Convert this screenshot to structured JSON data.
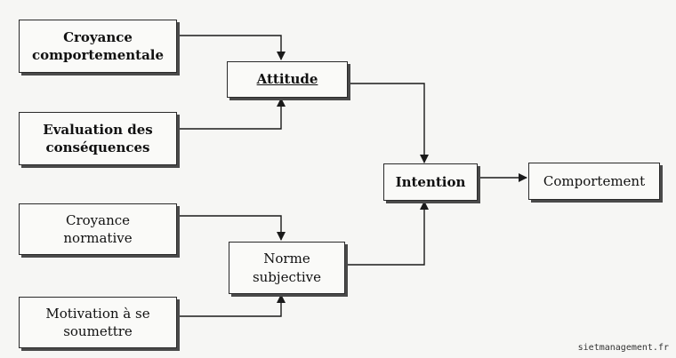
{
  "nodes": {
    "croyance_comportementale": "Croyance comportementale",
    "evaluation_consequences": "Evaluation des conséquences",
    "attitude": "Attitude",
    "croyance_normative": "Croyance normative",
    "motivation_soumettre": "Motivation à se soumettre",
    "norme_subjective": "Norme subjective",
    "intention": "Intention",
    "comportement": "Comportement"
  },
  "watermark": "sietmanagement.fr"
}
